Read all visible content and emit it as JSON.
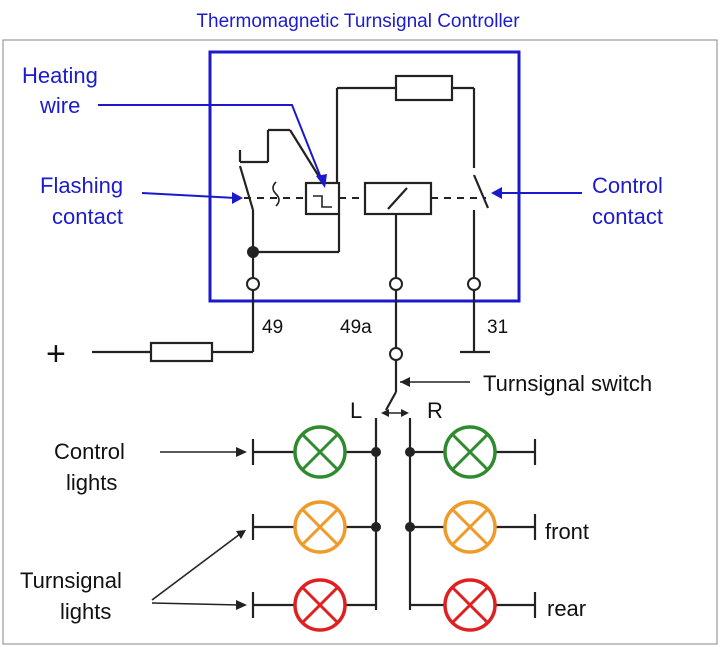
{
  "title": "Thermomagnetic Turnsignal Controller",
  "labels": {
    "heating_wire": [
      "Heating",
      "wire"
    ],
    "flashing_contact": [
      "Flashing",
      "contact"
    ],
    "control_contact": [
      "Control",
      "contact"
    ],
    "turnsignal_switch": "Turnsignal switch",
    "control_lights": [
      "Control",
      "lights"
    ],
    "turnsignal_lights": [
      "Turnsignal",
      "lights"
    ],
    "front": "front",
    "rear": "rear",
    "plus": "+",
    "left": "L",
    "right": "R"
  },
  "terminals": {
    "t49": "49",
    "t49a": "49a",
    "t31": "31"
  },
  "colors": {
    "title_blue": "#1c1ccc",
    "box_blue": "#1a1acc",
    "control_light": "#2e8b2e",
    "front_light": "#f09a2a",
    "rear_light": "#e02020"
  }
}
